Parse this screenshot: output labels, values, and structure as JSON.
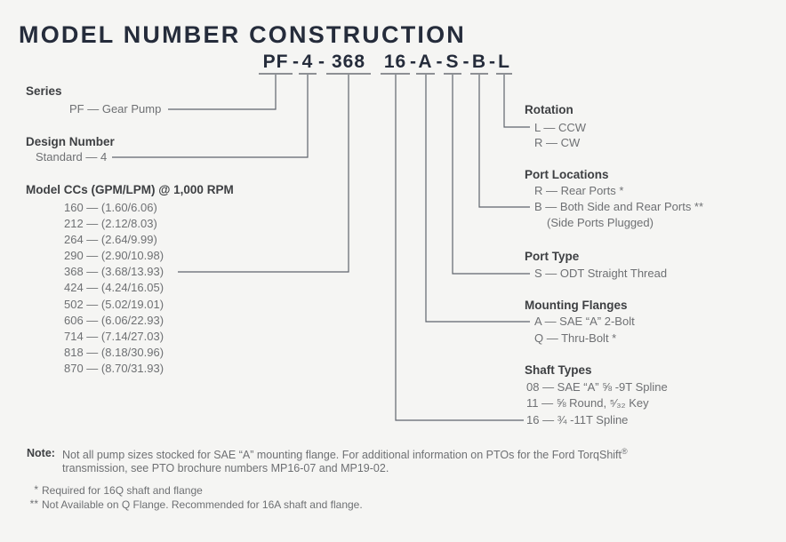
{
  "page": {
    "title": "MODEL NUMBER CONSTRUCTION"
  },
  "model_number": {
    "separator": "-",
    "segments": [
      "PF",
      "4",
      "368",
      "16",
      "A",
      "S",
      "B",
      "L"
    ]
  },
  "left_sections": [
    {
      "heading": "Series",
      "items": [
        "PF — Gear Pump"
      ]
    },
    {
      "heading": "Design Number",
      "items": [
        "Standard — 4"
      ]
    },
    {
      "heading": "Model CCs (GPM/LPM) @ 1,000 RPM",
      "items": [
        "160 — (1.60/6.06)",
        "212 — (2.12/8.03)",
        "264 — (2.64/9.99)",
        "290 — (2.90/10.98)",
        "368 — (3.68/13.93)",
        "424 — (4.24/16.05)",
        "502 — (5.02/19.01)",
        "606 — (6.06/22.93)",
        "714 — (7.14/27.03)",
        "818 — (8.18/30.96)",
        "870 — (8.70/31.93)"
      ]
    }
  ],
  "right_sections": [
    {
      "heading": "Rotation",
      "items": [
        "L — CCW",
        "R — CW"
      ]
    },
    {
      "heading": "Port Locations",
      "items": [
        "R — Rear Ports *",
        "B — Both Side and Rear Ports **",
        "(Side Ports Plugged)"
      ]
    },
    {
      "heading": "Port Type",
      "items": [
        "S — ODT Straight Thread"
      ]
    },
    {
      "heading": "Mounting Flanges",
      "items": [
        "A — SAE “A” 2-Bolt",
        "Q — Thru-Bolt *"
      ]
    },
    {
      "heading": "Shaft Types",
      "items": [
        "08 — SAE “A” ⅝ -9T Spline",
        "11 — ⅝ Round, ⁵⁄₃₂ Key",
        "16 — ¾ -11T Spline"
      ]
    }
  ],
  "note": {
    "label": "Note:",
    "line1": "Not all pump sizes stocked for SAE “A” mounting flange. For additional information on PTOs for the Ford TorqShift",
    "trademark": "®",
    "line2": "transmission, see PTO brochure numbers MP16-07 and MP19-02."
  },
  "footnotes": [
    {
      "marker": "*",
      "text": "Required for 16Q shaft and flange"
    },
    {
      "marker": "**",
      "text": "Not Available on Q Flange. Recommended for 16A shaft and flange."
    }
  ],
  "colors": {
    "background": "#f5f5f3",
    "ink": "#252c3b",
    "heading_text": "#3e4043",
    "body_text": "#6e7073",
    "connector_line": "#5f646d",
    "underline": "#8d9094"
  }
}
